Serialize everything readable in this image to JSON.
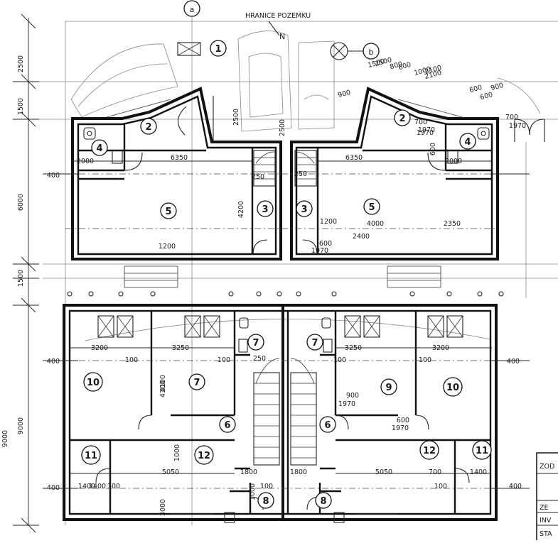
{
  "header": {
    "plot_boundary": "HRANICE POZEMKU",
    "grid_marker_a": "a",
    "grid_marker_b": "b",
    "north_mark": "N"
  },
  "room_numbers": [
    "1",
    "2",
    "2",
    "4",
    "4",
    "5",
    "5",
    "3",
    "3",
    "10",
    "7",
    "7",
    "7",
    "9",
    "10",
    "6",
    "6",
    "11",
    "12",
    "12",
    "11",
    "8",
    "8"
  ],
  "dimensions": {
    "top": [
      "2500",
      "2500",
      "2100",
      "1500",
      "800",
      "600",
      "900",
      "2500",
      "1000",
      "2100",
      "700",
      "600",
      "900",
      "600",
      "1970",
      "1970",
      "600"
    ],
    "left": [
      "2500",
      "1500",
      "6000",
      "1500",
      "9000",
      "9000",
      "3000",
      "1200",
      "4100",
      "1400",
      "400",
      "400",
      "400"
    ],
    "middle": [
      "6350",
      "6350",
      "2000",
      "2000",
      "4200",
      "250",
      "250",
      "1200",
      "4000",
      "2350",
      "2400",
      "600",
      "1970",
      "700",
      "1970"
    ],
    "lower": [
      "3200",
      "3250",
      "3250",
      "3200",
      "100",
      "100",
      "100",
      "100",
      "4100",
      "250",
      "900",
      "1970",
      "600",
      "1970",
      "1400",
      "100",
      "5050",
      "5050",
      "1800",
      "1800",
      "100",
      "700",
      "1400",
      "100",
      "400",
      "400",
      "1000",
      "1000"
    ]
  },
  "title_block": {
    "row1": "ZOD",
    "row2": "ZE",
    "row3": "INV",
    "row4": "STA"
  }
}
